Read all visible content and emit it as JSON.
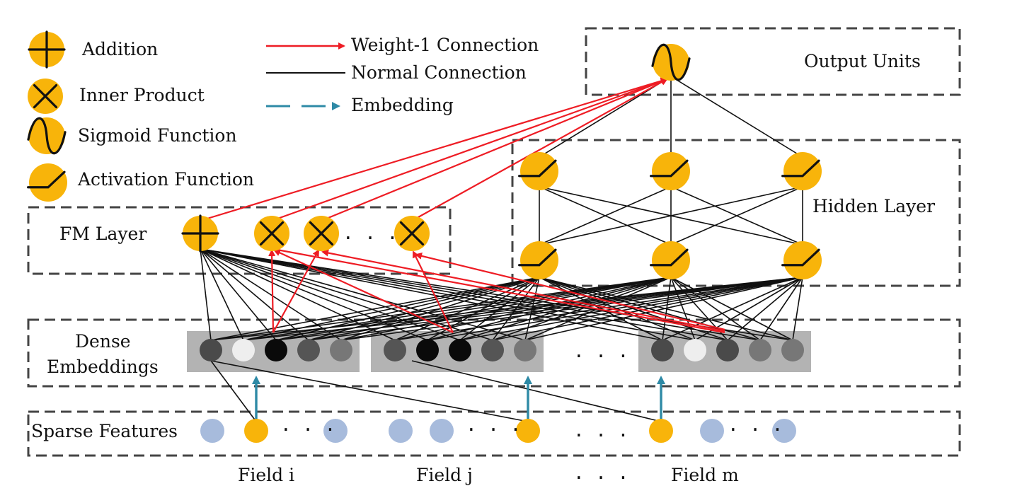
{
  "legend": {
    "addition": "Addition",
    "inner_product": "Inner Product",
    "sigmoid": "Sigmoid Function",
    "activation": "Activation Function",
    "weight1": "Weight-1 Connection",
    "normal": "Normal Connection",
    "embedding": "Embedding"
  },
  "layers": {
    "output": "Output Units",
    "hidden": "Hidden Layer",
    "fm": "FM Layer",
    "dense_line1": "Dense",
    "dense_line2": "Embeddings",
    "sparse": "Sparse Features"
  },
  "fields": {
    "i": "Field i",
    "j": "Field j",
    "m": "Field m",
    "gap": "· · ·"
  },
  "ellipsis": {
    "fm": "· · ·",
    "dense": "· · ·",
    "sparse_1": "· · ·",
    "sparse_2": "· · ·",
    "sparse_3": "· · ·",
    "sparse_4": "· · ·"
  },
  "colors": {
    "node_fill": "#f8b40a",
    "weight1_connection": "#ee1c24",
    "normal_connection": "#111111",
    "embedding_arrow": "#2e8aa6",
    "sparse_inactive": "#a7bbdc",
    "embedding_box": "#b3b3b3"
  },
  "dense_unit_shades": {
    "field_i": [
      "#4a4a4a",
      "#eeeeee",
      "#0a0a0a",
      "#555555",
      "#777777"
    ],
    "field_j": [
      "#555555",
      "#0a0a0a",
      "#0a0a0a",
      "#555555",
      "#777777"
    ],
    "field_m": [
      "#4a4a4a",
      "#eeeeee",
      "#4a4a4a",
      "#777777",
      "#777777"
    ]
  },
  "icons": [
    "plus-icon",
    "cross-icon",
    "sine-icon",
    "relu-icon"
  ]
}
